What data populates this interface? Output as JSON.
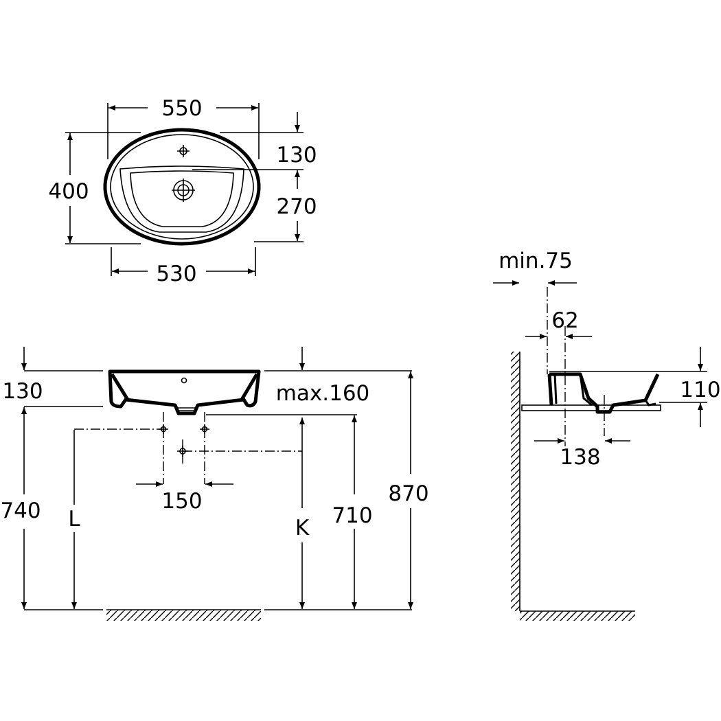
{
  "top_view": {
    "width_top": "550",
    "depth": "400",
    "tap_offset": "130",
    "bowl_depth": "270",
    "width_bottom": "530"
  },
  "front_view": {
    "height": "130",
    "max_height": "max.160",
    "counter_height": "740",
    "total_height": "870",
    "rim_height": "710",
    "label_l": "L",
    "label_k": "K",
    "tap_spacing": "150"
  },
  "side_view": {
    "min_wall_gap": "min.75",
    "tap_to_wall": "62",
    "height_above_counter": "110",
    "drain_offset": "138"
  },
  "colors": {
    "line": "#000000",
    "background": "#ffffff"
  }
}
